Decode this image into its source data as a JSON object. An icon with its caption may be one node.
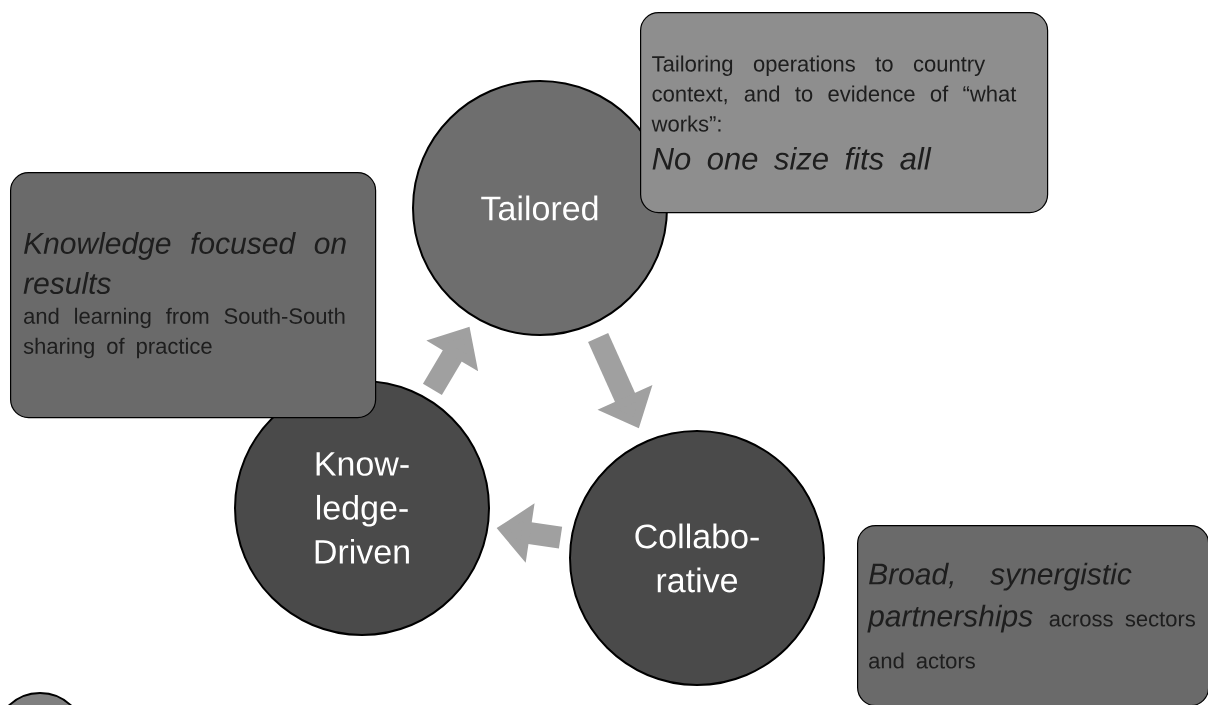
{
  "diagram": {
    "nodes": [
      {
        "text": [
          "Tailored"
        ]
      },
      {
        "text": [
          "Tailoring operations to country context, and to evidence of “what works”:",
          "No one size fits all"
        ]
      },
      {
        "text": [
          "Knowledge focused on results",
          "and learning from South-South sharing of practice"
        ]
      },
      {
        "text": [
          "Collabo- rative"
        ]
      },
      {
        "text": [
          "Broad, synergistic partnerships",
          "across sectors and actors"
        ]
      },
      {
        "text": [
          "Know- ledge- Driven"
        ]
      },
      {
        "text": [],
        "shape": "circle"
      }
    ],
    "edges": [
      {
        "from": 0,
        "to": 3,
        "arrow": "to"
      },
      {
        "from": 3,
        "to": 5,
        "arrow": "to"
      },
      {
        "from": 5,
        "to": 0,
        "arrow": "to"
      }
    ]
  }
}
